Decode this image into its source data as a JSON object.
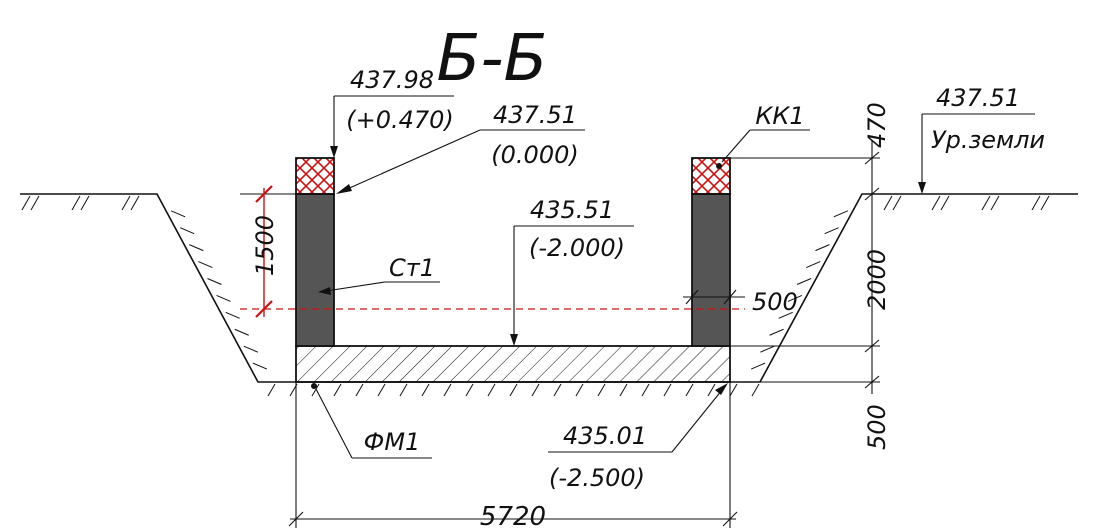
{
  "section_title": "Б-Б",
  "wall_top": {
    "elev": "437.98",
    "rel": "(+0.470)"
  },
  "ground_point": {
    "elev": "437.51",
    "rel": "(0.000)"
  },
  "bottom_point": {
    "elev": "435.51",
    "rel": "(-2.000)"
  },
  "foundation_point": {
    "elev": "435.01",
    "rel": "(-2.500)"
  },
  "ground_level": {
    "elev": "437.51",
    "label": "Ур.земли"
  },
  "marks": {
    "cap": "КК1",
    "wall": "Ст1",
    "slab": "ФМ1"
  },
  "dims": {
    "wall_h": "1500",
    "cap_h": "470",
    "depth": "2000",
    "slab_h": "500",
    "offset": "500",
    "width": "5720"
  },
  "colors": {
    "wall_fill": "#555555",
    "cap_cross": "#cc1111",
    "dashed_level": "#cc1111",
    "line": "#111111"
  }
}
